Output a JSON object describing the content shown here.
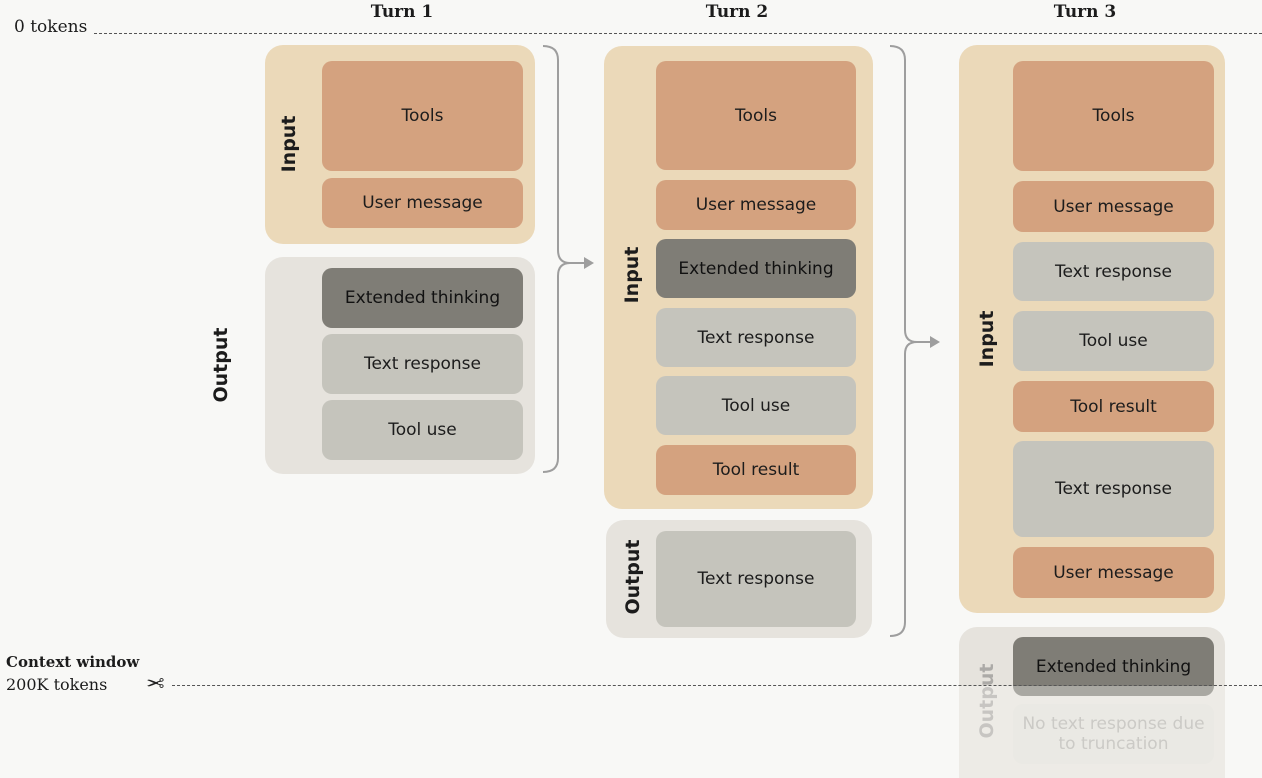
{
  "header": {
    "zero_tokens": "0 tokens",
    "turn1": "Turn 1",
    "turn2": "Turn 2",
    "turn3": "Turn 3"
  },
  "context_window": {
    "title": "Context window",
    "tokens": "200K tokens"
  },
  "labels": {
    "input": "Input",
    "output": "Output"
  },
  "turn1": {
    "input": [
      "Tools",
      "User message"
    ],
    "output": [
      "Extended thinking",
      "Text response",
      "Tool use"
    ]
  },
  "turn2": {
    "input": [
      "Tools",
      "User message",
      "Extended thinking",
      "Text response",
      "Tool use",
      "Tool result"
    ],
    "output": [
      "Text response"
    ]
  },
  "turn3": {
    "input": [
      "Tools",
      "User message",
      "Text response",
      "Tool use",
      "Tool result",
      "Text response",
      "User message"
    ],
    "output": [
      "Extended thinking",
      "No text response due to truncation"
    ]
  },
  "colors": {
    "input_panel": "#ebd9b9",
    "output_panel": "#e6e3dd",
    "tools_block": "#d4a27f",
    "thinking_block": "#7f7d76",
    "response_block": "#c5c4bc"
  }
}
